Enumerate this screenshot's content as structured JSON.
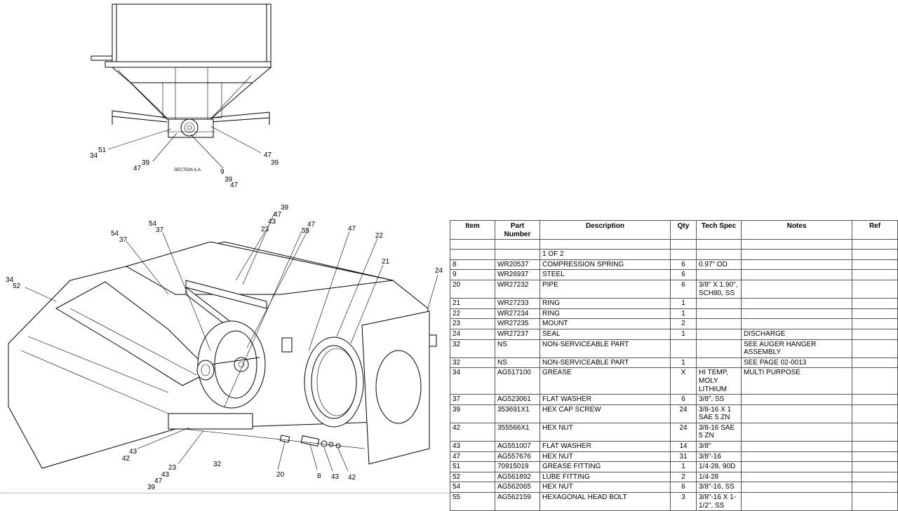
{
  "drawing": {
    "section_label": "SECTION  A-A",
    "top_callouts": [
      "51",
      "34",
      "47",
      "39",
      "47",
      "39",
      "9",
      "39",
      "47"
    ],
    "main_callouts": [
      "39",
      "47",
      "43",
      "47",
      "55",
      "47",
      "22",
      "23",
      "54",
      "37",
      "54",
      "37",
      "21",
      "24",
      "34",
      "52",
      "43",
      "42",
      "23",
      "43",
      "47",
      "39",
      "32",
      "20",
      "8",
      "43",
      "42"
    ]
  },
  "table": {
    "headers": {
      "item": "Item",
      "part_number": "Part Number",
      "description": "Description",
      "qty": "Qty",
      "tech_spec": "Tech Spec",
      "notes": "Notes",
      "ref": "Ref"
    },
    "page_marker": "1 OF 2",
    "rows": [
      {
        "item": "8",
        "part": "WR20537",
        "desc": "COMPRESSION SPRING",
        "qty": "6",
        "spec": "0.97\" OD",
        "notes": ""
      },
      {
        "item": "9",
        "part": "WR26937",
        "desc": "STEEL",
        "qty": "6",
        "spec": "",
        "notes": ""
      },
      {
        "item": "20",
        "part": "WR27232",
        "desc": "PIPE",
        "qty": "6",
        "spec": "3/8\" X 1.90\", SCH80, SS",
        "notes": ""
      },
      {
        "item": "21",
        "part": "WR27233",
        "desc": "RING",
        "qty": "1",
        "spec": "",
        "notes": ""
      },
      {
        "item": "22",
        "part": "WR27234",
        "desc": "RING",
        "qty": "1",
        "spec": "",
        "notes": ""
      },
      {
        "item": "23",
        "part": "WR27235",
        "desc": "MOUNT",
        "qty": "2",
        "spec": "",
        "notes": ""
      },
      {
        "item": "24",
        "part": "WR27237",
        "desc": "SEAL",
        "qty": "1",
        "spec": "",
        "notes": "DISCHARGE"
      },
      {
        "item": "32",
        "part": "NS",
        "desc": "NON-SERVICEABLE PART",
        "qty": "",
        "spec": "",
        "notes": "SEE AUGER HANGER ASSEMBLY"
      },
      {
        "item": "32",
        "part": "NS",
        "desc": "NON-SERVICEABLE PART",
        "qty": "1",
        "spec": "",
        "notes": "SEE PAGE 02-0013"
      },
      {
        "item": "34",
        "part": "AG517100",
        "desc": "GREASE",
        "qty": "X",
        "spec": "HI TEMP, MOLY LITHIUM",
        "notes": "MULTI PURPOSE"
      },
      {
        "item": "37",
        "part": "AG523061",
        "desc": "FLAT WASHER",
        "qty": "6",
        "spec": "3/8\", SS",
        "notes": ""
      },
      {
        "item": "39",
        "part": "353691X1",
        "desc": "HEX CAP SCREW",
        "qty": "24",
        "spec": "3/8-16 X 1 SAE 5 ZN",
        "notes": ""
      },
      {
        "item": "42",
        "part": "355566X1",
        "desc": "HEX NUT",
        "qty": "24",
        "spec": "3/8-16 SAE 5 ZN",
        "notes": ""
      },
      {
        "item": "43",
        "part": "AG551007",
        "desc": "FLAT WASHER",
        "qty": "14",
        "spec": "3/8\"",
        "notes": ""
      },
      {
        "item": "47",
        "part": "AG557676",
        "desc": "HEX NUT",
        "qty": "31",
        "spec": "3/8\"-16",
        "notes": ""
      },
      {
        "item": "51",
        "part": "70915019",
        "desc": "GREASE FITTING",
        "qty": "1",
        "spec": "1/4-28, 90D",
        "notes": ""
      },
      {
        "item": "52",
        "part": "AG561892",
        "desc": "LUBE FITTING",
        "qty": "2",
        "spec": "1/4-28",
        "notes": ""
      },
      {
        "item": "54",
        "part": "AG562065",
        "desc": "HEX NUT",
        "qty": "6",
        "spec": "3/8\"-16, SS",
        "notes": ""
      },
      {
        "item": "55",
        "part": "AG562159",
        "desc": "HEXAGONAL HEAD BOLT",
        "qty": "3",
        "spec": "3/8\"-16 X 1-1/2\", SS",
        "notes": ""
      }
    ]
  }
}
